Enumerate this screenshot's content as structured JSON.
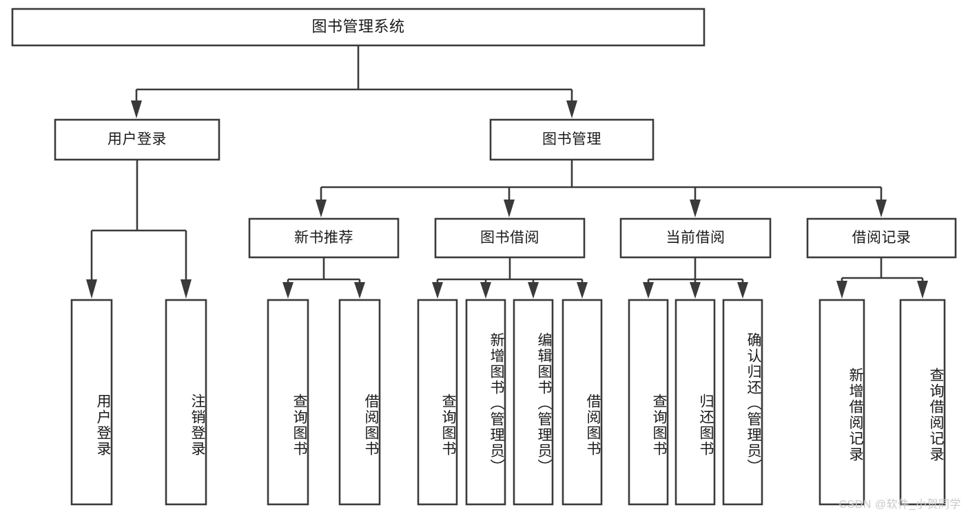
{
  "diagram": {
    "type": "tree-hierarchy",
    "orientation": "top-down",
    "root": {
      "label": "图书管理系统"
    },
    "level2": [
      {
        "label": "用户登录"
      },
      {
        "label": "图书管理"
      }
    ],
    "level3": [
      {
        "label": "新书推荐"
      },
      {
        "label": "图书借阅"
      },
      {
        "label": "当前借阅"
      },
      {
        "label": "借阅记录"
      }
    ],
    "leaves": {
      "user_login": [
        {
          "label": "用户登录"
        },
        {
          "label": "注销登录"
        }
      ],
      "new_book_recommend": [
        {
          "label": "查询图书"
        },
        {
          "label": "借阅图书"
        }
      ],
      "book_borrow": [
        {
          "label": "查询图书"
        },
        {
          "label": "新增图书（管理员）"
        },
        {
          "label": "编辑图书（管理员）"
        },
        {
          "label": "借阅图书"
        }
      ],
      "current_borrow": [
        {
          "label": "查询图书"
        },
        {
          "label": "归还图书"
        },
        {
          "label": "确认归还（管理员）"
        }
      ],
      "borrow_record": [
        {
          "label": "新增借阅记录"
        },
        {
          "label": "查询借阅记录"
        }
      ]
    }
  },
  "watermark": {
    "text": "CSDN @软件_小贺同学"
  },
  "colors": {
    "background": "#ffffff",
    "box_fill": "#ffffff",
    "box_stroke": "#3a3a3a",
    "text": "#1a1a1a",
    "watermark": "#c9c9c9"
  }
}
